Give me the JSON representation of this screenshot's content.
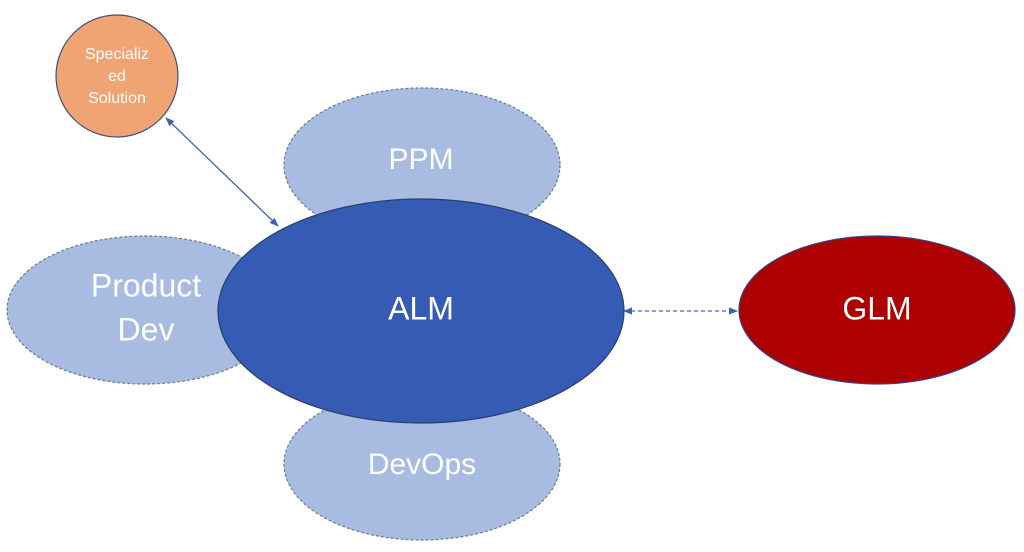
{
  "colors": {
    "background": "#ffffff",
    "satellite_fill": "#a8bbe0",
    "satellite_stroke": "#6b7a93",
    "alm_fill": "#355bb5",
    "alm_stroke": "#2a3f70",
    "glm_fill": "#ad0000",
    "glm_stroke": "#3a3f8a",
    "specialized_fill": "#f0a474",
    "specialized_stroke": "#3f4f7a",
    "connector": "#3f63b3",
    "label_text": "#ffffff"
  },
  "nodes": {
    "specialized": {
      "lines": [
        "Specializ",
        "ed",
        "Solution"
      ]
    },
    "ppm": {
      "label": "PPM"
    },
    "product_dev": {
      "lines": [
        "Product",
        "Dev"
      ]
    },
    "alm": {
      "label": "ALM"
    },
    "devops": {
      "label": "DevOps"
    },
    "glm": {
      "label": "GLM"
    }
  },
  "edges": [
    {
      "from": "alm",
      "to": "specialized",
      "style": "solid",
      "arrows": "both"
    },
    {
      "from": "alm",
      "to": "glm",
      "style": "dashed",
      "arrows": "both"
    }
  ]
}
